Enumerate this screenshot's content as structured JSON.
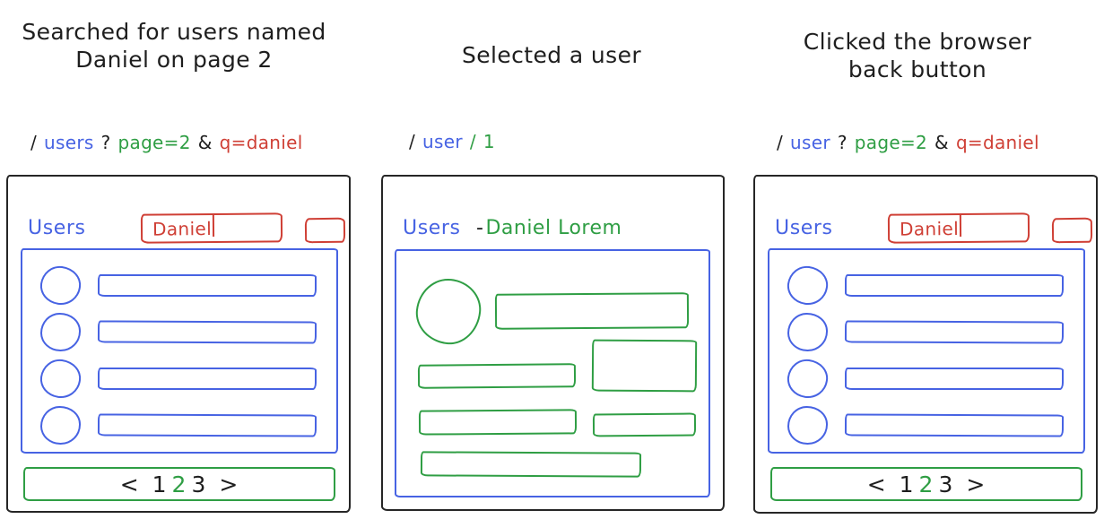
{
  "colors": {
    "ink": "#1e1e1e",
    "blue": "#4763e3",
    "green": "#2f9e44",
    "red": "#cf3f35"
  },
  "panel1": {
    "caption_line1": "Searched for users named",
    "caption_line2": "Daniel on page 2",
    "url_tokens": [
      {
        "text": "/",
        "color": "ink"
      },
      {
        "text": "users",
        "color": "blue"
      },
      {
        "text": "?",
        "color": "ink"
      },
      {
        "text": "page=2",
        "color": "green"
      },
      {
        "text": "&",
        "color": "ink"
      },
      {
        "text": "q=daniel",
        "color": "red"
      }
    ],
    "heading": "Users",
    "search_value": "Daniel",
    "row_count": 4,
    "pagination_tokens": [
      {
        "text": "<",
        "color": "ink"
      },
      {
        "text": "1",
        "color": "ink"
      },
      {
        "text": "2",
        "color": "green"
      },
      {
        "text": "3",
        "color": "ink"
      },
      {
        "text": ">",
        "color": "ink"
      }
    ]
  },
  "panel2": {
    "caption_line1": "Selected a user",
    "url_tokens": [
      {
        "text": "/",
        "color": "ink"
      },
      {
        "text": "user",
        "color": "blue"
      },
      {
        "text": "/",
        "color": "green"
      },
      {
        "text": "1",
        "color": "green"
      }
    ],
    "heading": "Users",
    "detail_dash": "-",
    "detail_name": "Daniel Lorem"
  },
  "panel3": {
    "caption_line1": "Clicked the browser",
    "caption_line2": "back button",
    "url_tokens": [
      {
        "text": "/",
        "color": "ink"
      },
      {
        "text": "user",
        "color": "blue"
      },
      {
        "text": "?",
        "color": "ink"
      },
      {
        "text": "page=2",
        "color": "green"
      },
      {
        "text": "&",
        "color": "ink"
      },
      {
        "text": "q=daniel",
        "color": "red"
      }
    ],
    "heading": "Users",
    "search_value": "Daniel",
    "row_count": 4,
    "pagination_tokens": [
      {
        "text": "<",
        "color": "ink"
      },
      {
        "text": "1",
        "color": "ink"
      },
      {
        "text": "2",
        "color": "green"
      },
      {
        "text": "3",
        "color": "ink"
      },
      {
        "text": ">",
        "color": "ink"
      }
    ]
  }
}
